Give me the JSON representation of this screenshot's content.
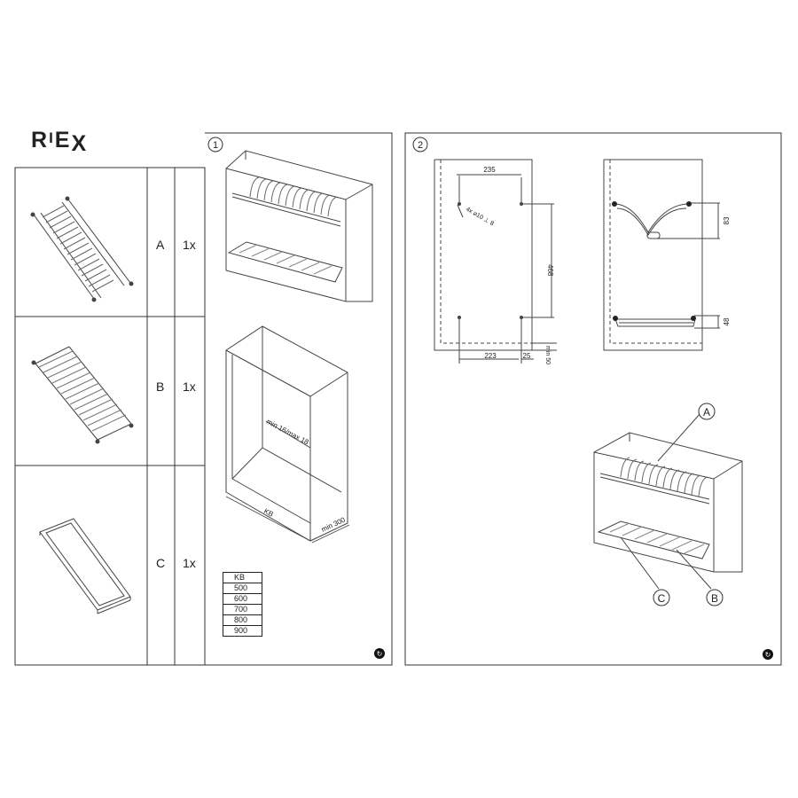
{
  "brand": {
    "r": "R",
    "i": "I",
    "e": "E",
    "x": "X"
  },
  "parts": [
    {
      "letter": "A",
      "qty": "1x"
    },
    {
      "letter": "B",
      "qty": "1x"
    },
    {
      "letter": "C",
      "qty": "1x"
    }
  ],
  "step1": {
    "number": "1",
    "wall_label": "min 16/max 18",
    "width_label": "KB",
    "depth_label": "min 300",
    "table": {
      "header": "KB",
      "rows": [
        "500",
        "600",
        "700",
        "800",
        "900"
      ]
    }
  },
  "step2": {
    "number": "2",
    "dim_235": "235",
    "hole_note": "4x ⌀10 ⊥ 8",
    "dim_468": "468",
    "dim_223": "223",
    "dim_25": "25",
    "dim_min50": "min 50",
    "dim_83": "83",
    "dim_48": "48",
    "callout_a": "A",
    "callout_b": "B",
    "callout_c": "C"
  }
}
